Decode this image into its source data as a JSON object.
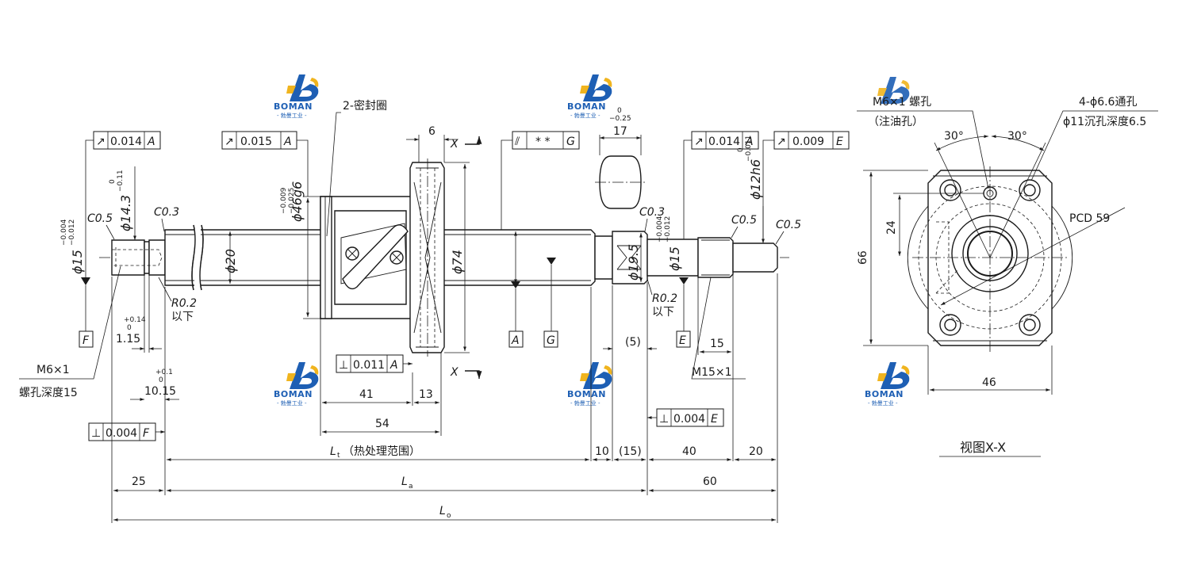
{
  "logo": {
    "name": "BOMAN",
    "sub": "- 勃曼工业 -",
    "color_blue": "#1e5fb4",
    "color_yellow": "#f0b41e"
  },
  "tolerance_frames": {
    "f1": {
      "symbol": "↗",
      "value": "0.014",
      "datum": "A"
    },
    "f2": {
      "symbol": "↗",
      "value": "0.015",
      "datum": "A"
    },
    "f3": {
      "symbol": "⫽",
      "value": "* *",
      "datum": "G"
    },
    "f4": {
      "symbol": "↗",
      "value": "0.014",
      "datum": "A"
    },
    "f5": {
      "symbol": "↗",
      "value": "0.009",
      "datum": "E"
    },
    "f6": {
      "symbol": "⊥",
      "value": "0.011",
      "datum": "A"
    },
    "f7": {
      "symbol": "⊥",
      "value": "0.004",
      "datum": "F"
    },
    "f8": {
      "symbol": "⊥",
      "value": "0.004",
      "datum": "E"
    }
  },
  "datums": {
    "A": "A",
    "G": "G",
    "F": "F",
    "E": "E"
  },
  "labels": {
    "seal": "2-密封圈",
    "chamfer_c05": "C0.5",
    "chamfer_c03": "C0.3",
    "chamfer_c03_b": "C0.3",
    "chamfer_c05_b": "C0.5",
    "chamfer_c05_c": "C0.5",
    "radius_left": "R0.2",
    "radius_left_note": "以下",
    "radius_right": "R0.2",
    "radius_right_note": "以下",
    "thread_left": "M6×1",
    "thread_left_depth": "螺孔深度15",
    "thread_right": "M15×1",
    "section_x": "X",
    "view_title": "视图X-X",
    "side_m6": "M6×1 螺孔",
    "side_m6_note": "（注油孔）",
    "side_holes": "4-ϕ6.6通孔",
    "side_counterbore": "ϕ11沉孔深度6.5",
    "pcd": "PCD 59",
    "angle_left": "30°",
    "angle_right": "30°"
  },
  "dimensions": {
    "d_phi15": "ϕ15",
    "d_phi15_tol_up": "−0.004",
    "d_phi15_tol_lo": "−0.012",
    "d_phi143": "ϕ14.3",
    "d_phi143_tol_up": "0",
    "d_phi143_tol_lo": "−0.11",
    "d_phi20": "ϕ20",
    "d_phi46": "ϕ46g6",
    "d_phi46_tol_up": "−0.009",
    "d_phi46_tol_lo": "−0.025",
    "d_phi74": "ϕ74",
    "d_phi195": "ϕ19.5",
    "d_phi195_tol_up": "0",
    "d_phi195_tol_lo": "−0.25",
    "d_phi15b": "ϕ15",
    "d_phi15b_tol_up": "−0.004",
    "d_phi15b_tol_lo": "−0.012",
    "d_phi12": "ϕ12h6",
    "d_phi12_tol_up": "0",
    "d_phi12_tol_lo": "−0.011",
    "d_6": "6",
    "d_17": "17",
    "d_115": "1.15",
    "d_115_tol_up": "+0.14",
    "d_115_tol_lo": "0",
    "d_1015": "10.15",
    "d_1015_tol_up": "+0.1",
    "d_1015_tol_lo": "0",
    "d_41": "41",
    "d_13": "13",
    "d_54": "54",
    "d_5": "(5)",
    "d_15": "15",
    "d_lt_sym": "L",
    "d_lt_sub": "t",
    "d_lt_note": "（热处理范围）",
    "d_10": "10",
    "d_15p": "(15)",
    "d_40": "40",
    "d_20": "20",
    "d_25": "25",
    "d_la_sym": "L",
    "d_la_sub": "a",
    "d_60": "60",
    "d_lo_sym": "L",
    "d_lo_sub": "o",
    "d_66": "66",
    "d_24": "24",
    "d_46": "46"
  }
}
